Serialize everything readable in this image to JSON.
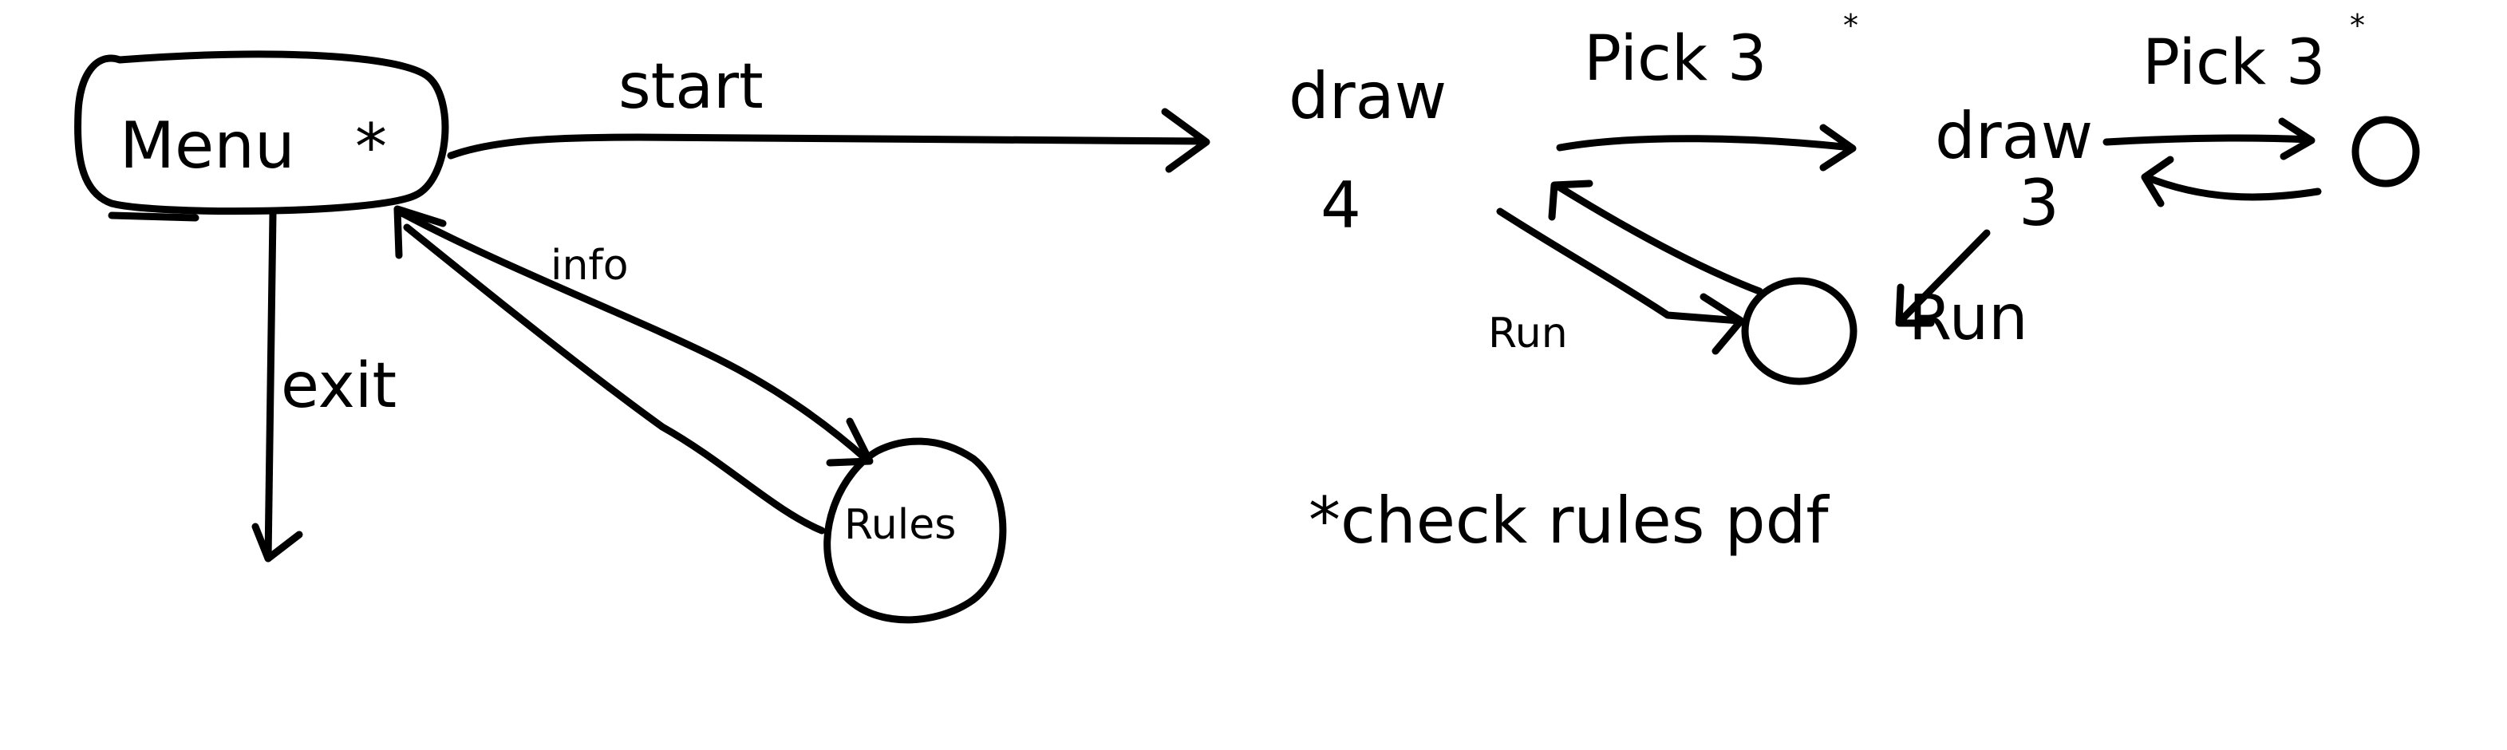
{
  "diagram": {
    "nodes": {
      "menu": {
        "label": "Menu",
        "marker": "*"
      },
      "rules": {
        "label": "Rules"
      },
      "draw4": {
        "label": "draw\n4"
      },
      "draw3": {
        "label": "draw\n3"
      },
      "loop_node": {
        "label": ""
      },
      "end_node": {
        "label": ""
      }
    },
    "edges": {
      "start": {
        "label": "start"
      },
      "exit": {
        "label": "exit"
      },
      "info": {
        "label": "info"
      },
      "pick3_a": {
        "label": "Pick 3",
        "marker": "*"
      },
      "pick3_b": {
        "label": "Pick 3",
        "marker": "*"
      },
      "run_a": {
        "label": "Run"
      },
      "run_b": {
        "label": "Run"
      }
    },
    "note": "*check rules pdf"
  }
}
